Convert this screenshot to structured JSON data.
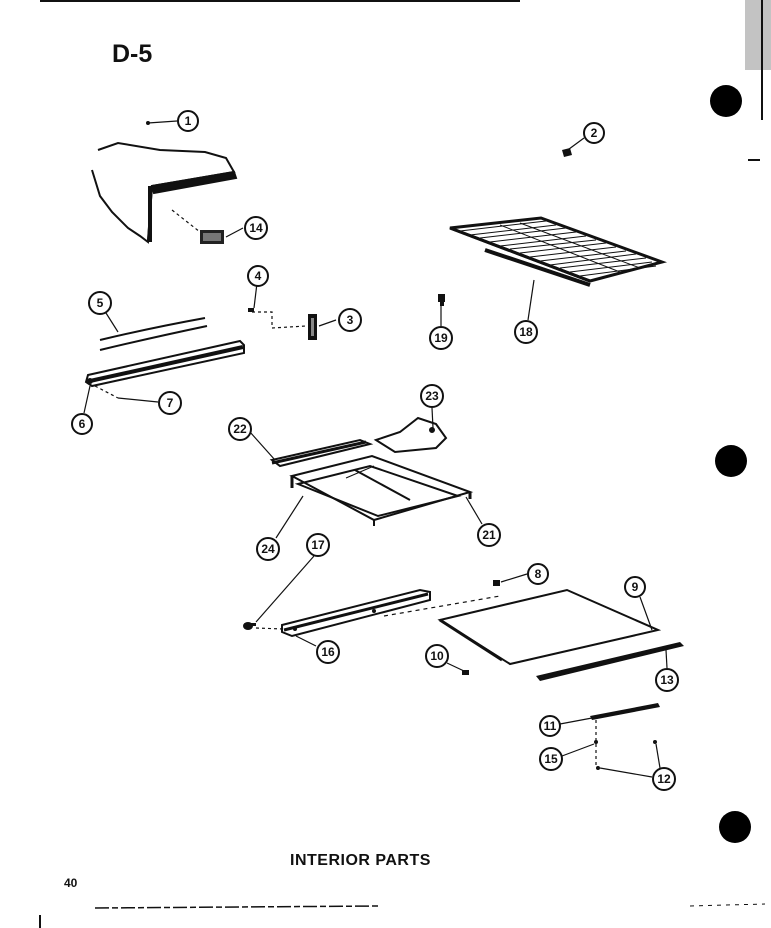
{
  "page": {
    "section_id": "D-5",
    "caption": "INTERIOR PARTS",
    "page_number": "40"
  },
  "callouts": [
    {
      "label": "1"
    },
    {
      "label": "2"
    },
    {
      "label": "14"
    },
    {
      "label": "4"
    },
    {
      "label": "3"
    },
    {
      "label": "5"
    },
    {
      "label": "19"
    },
    {
      "label": "18"
    },
    {
      "label": "6"
    },
    {
      "label": "7"
    },
    {
      "label": "23"
    },
    {
      "label": "22"
    },
    {
      "label": "24"
    },
    {
      "label": "21"
    },
    {
      "label": "17"
    },
    {
      "label": "8"
    },
    {
      "label": "9"
    },
    {
      "label": "16"
    },
    {
      "label": "10"
    },
    {
      "label": "13"
    },
    {
      "label": "11"
    },
    {
      "label": "15"
    },
    {
      "label": "12"
    }
  ],
  "colors": {
    "ink": "#111111",
    "paper": "#ffffff"
  }
}
